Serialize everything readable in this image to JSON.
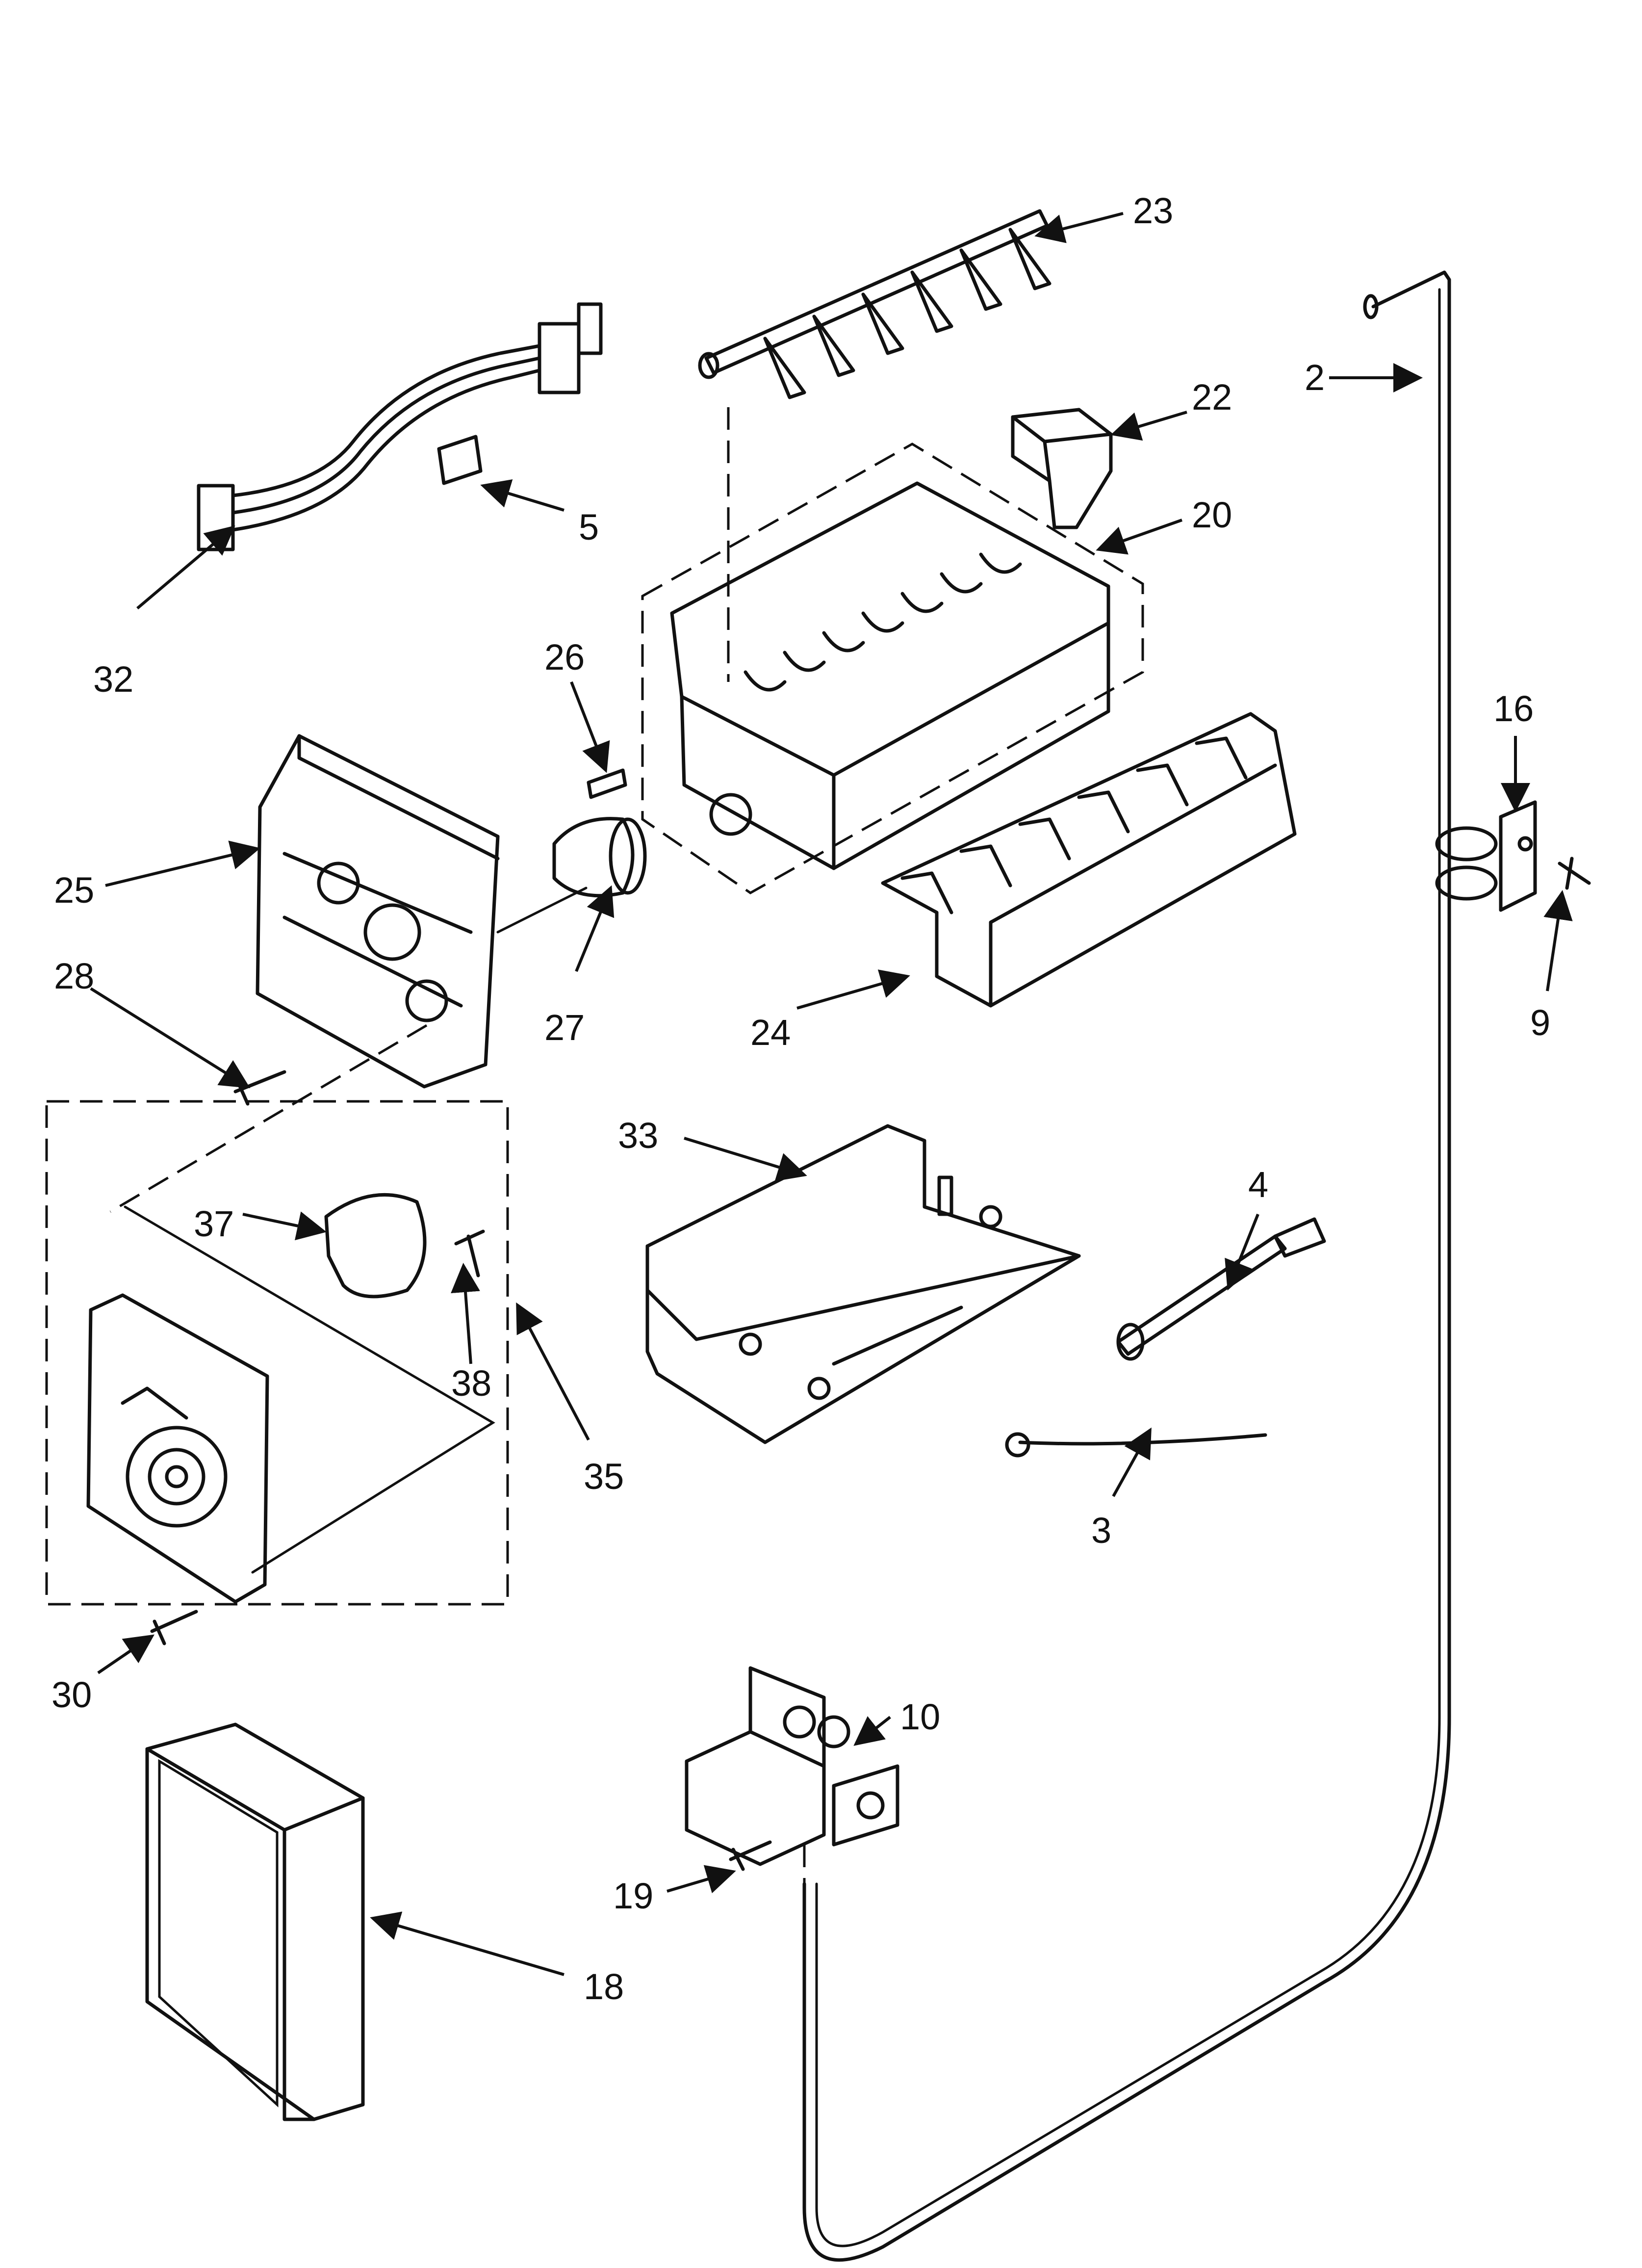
{
  "diagram": {
    "type": "exploded-parts-diagram",
    "callouts": [
      "23",
      "22",
      "20",
      "2",
      "5",
      "32",
      "26",
      "25",
      "27",
      "28",
      "16",
      "9",
      "24",
      "33",
      "4",
      "37",
      "38",
      "35",
      "3",
      "30",
      "10",
      "19",
      "18"
    ]
  }
}
